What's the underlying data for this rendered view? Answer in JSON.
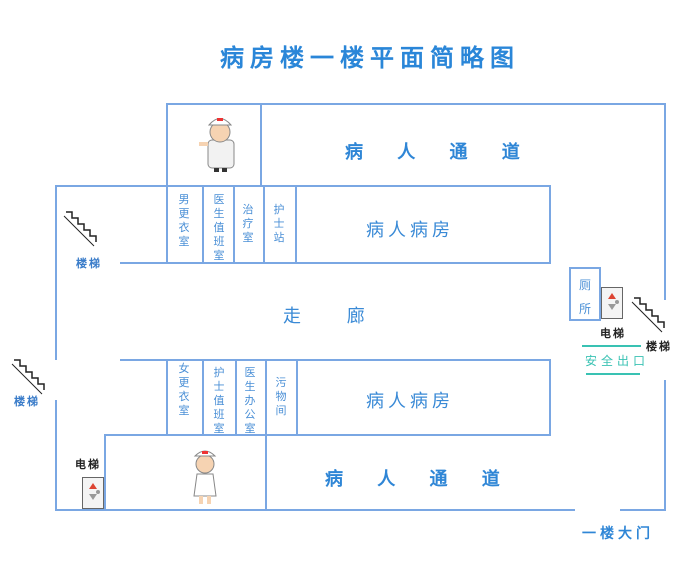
{
  "title": "病房楼一楼平面简略图",
  "rooms": {
    "patient_passage_top": "病 人 通 道",
    "patient_passage_bottom": "病 人 通 道",
    "ward_top": "病人病房",
    "ward_bottom": "病人病房",
    "corridor": "走 廊",
    "male_locker": "男更衣室",
    "doctor_duty": "医生值班室",
    "treatment": "治疗室",
    "nurse_station": "护士站",
    "female_locker": "女更衣室",
    "nurse_duty": "护士值班室",
    "doctor_office": "医生办公室",
    "dirty_room": "污物间",
    "toilet": "厕所"
  },
  "labels": {
    "stairs_upper_left": "楼梯",
    "stairs_left": "楼梯",
    "stairs_right": "楼梯",
    "elevator_left": "电梯",
    "elevator_right": "电梯",
    "safety_exit": "安全出口",
    "main_gate": "一楼大门"
  },
  "colors": {
    "wall": "#7aa7e3",
    "text": "#2f7fd4",
    "exit": "#39c2b3"
  },
  "icons": [
    "doctor-icon",
    "nurse-icon",
    "stairs-icon",
    "elevator-icon"
  ]
}
